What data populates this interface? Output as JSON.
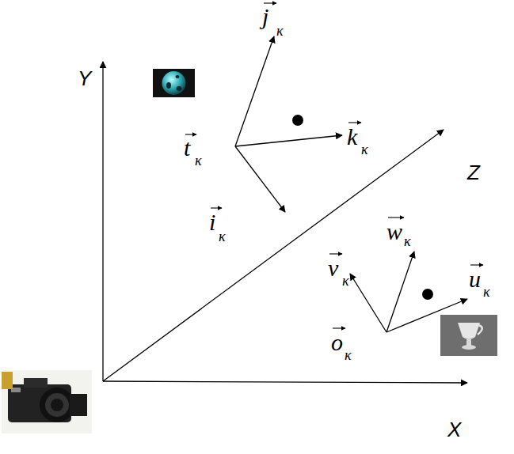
{
  "diagram": {
    "labels": [
      "j",
      "κ",
      "k",
      "κ",
      "t",
      "κ",
      "i",
      "κ",
      "v",
      "κ",
      "w",
      "κ",
      "u",
      "κ",
      "o",
      "κ",
      "X",
      "Y",
      "Z"
    ]
  }
}
